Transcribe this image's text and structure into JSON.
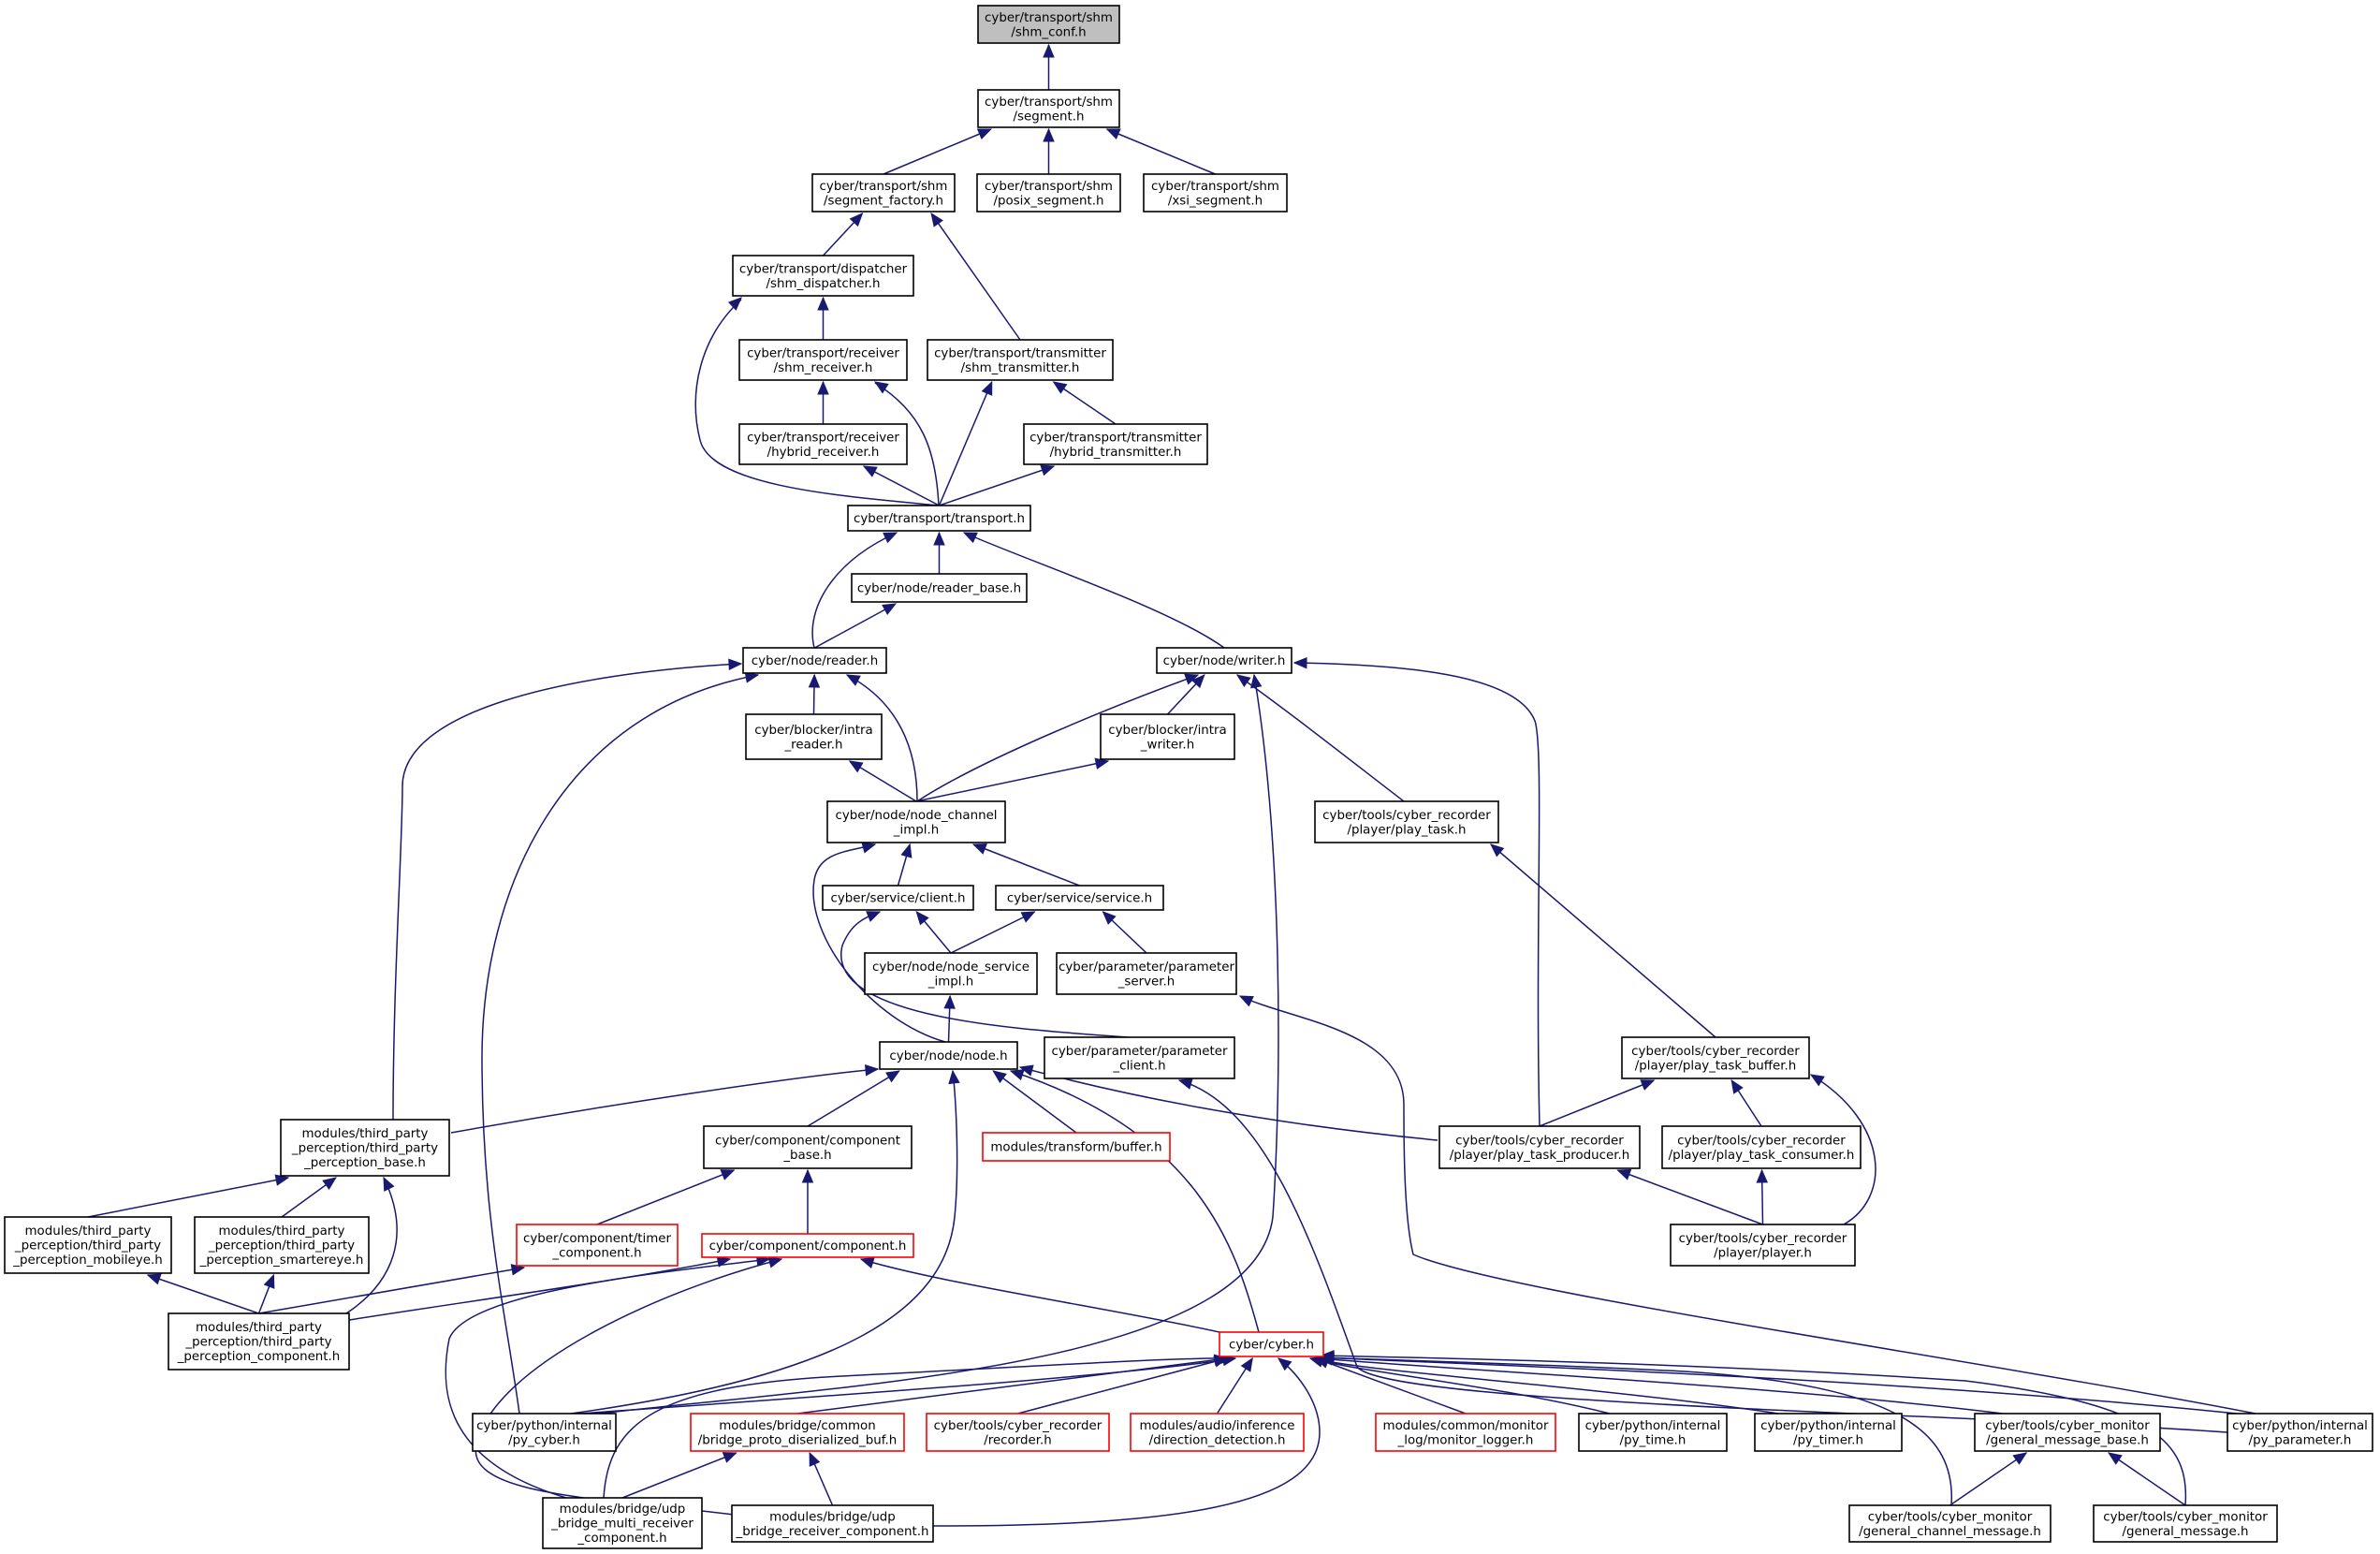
{
  "nodes": {
    "shm_conf": {
      "lines": [
        "cyber/transport/shm",
        "/shm_conf.h"
      ],
      "style": "root"
    },
    "segment": {
      "lines": [
        "cyber/transport/shm",
        "/segment.h"
      ],
      "style": "normal"
    },
    "segment_factory": {
      "lines": [
        "cyber/transport/shm",
        "/segment_factory.h"
      ],
      "style": "normal"
    },
    "posix_segment": {
      "lines": [
        "cyber/transport/shm",
        "/posix_segment.h"
      ],
      "style": "normal"
    },
    "xsi_segment": {
      "lines": [
        "cyber/transport/shm",
        "/xsi_segment.h"
      ],
      "style": "normal"
    },
    "shm_dispatcher": {
      "lines": [
        "cyber/transport/dispatcher",
        "/shm_dispatcher.h"
      ],
      "style": "normal"
    },
    "shm_receiver": {
      "lines": [
        "cyber/transport/receiver",
        "/shm_receiver.h"
      ],
      "style": "normal"
    },
    "shm_transmitter": {
      "lines": [
        "cyber/transport/transmitter",
        "/shm_transmitter.h"
      ],
      "style": "normal"
    },
    "hybrid_receiver": {
      "lines": [
        "cyber/transport/receiver",
        "/hybrid_receiver.h"
      ],
      "style": "normal"
    },
    "hybrid_transmitter": {
      "lines": [
        "cyber/transport/transmitter",
        "/hybrid_transmitter.h"
      ],
      "style": "normal"
    },
    "transport": {
      "lines": [
        "cyber/transport/transport.h"
      ],
      "style": "normal"
    },
    "reader_base": {
      "lines": [
        "cyber/node/reader_base.h"
      ],
      "style": "normal"
    },
    "reader": {
      "lines": [
        "cyber/node/reader.h"
      ],
      "style": "normal"
    },
    "writer": {
      "lines": [
        "cyber/node/writer.h"
      ],
      "style": "normal"
    },
    "intra_reader": {
      "lines": [
        "cyber/blocker/intra",
        "_reader.h"
      ],
      "style": "normal"
    },
    "intra_writer": {
      "lines": [
        "cyber/blocker/intra",
        "_writer.h"
      ],
      "style": "normal"
    },
    "node_channel_impl": {
      "lines": [
        "cyber/node/node_channel",
        "_impl.h"
      ],
      "style": "normal"
    },
    "play_task": {
      "lines": [
        "cyber/tools/cyber_recorder",
        "/player/play_task.h"
      ],
      "style": "normal"
    },
    "client": {
      "lines": [
        "cyber/service/client.h"
      ],
      "style": "normal"
    },
    "service": {
      "lines": [
        "cyber/service/service.h"
      ],
      "style": "normal"
    },
    "node_service_impl": {
      "lines": [
        "cyber/node/node_service",
        "_impl.h"
      ],
      "style": "normal"
    },
    "parameter_server": {
      "lines": [
        "cyber/parameter/parameter",
        "_server.h"
      ],
      "style": "normal"
    },
    "parameter_client": {
      "lines": [
        "cyber/parameter/parameter",
        "_client.h"
      ],
      "style": "normal"
    },
    "node": {
      "lines": [
        "cyber/node/node.h"
      ],
      "style": "normal"
    },
    "play_task_buffer": {
      "lines": [
        "cyber/tools/cyber_recorder",
        "/player/play_task_buffer.h"
      ],
      "style": "normal"
    },
    "third_party_perception_base": {
      "lines": [
        "modules/third_party",
        "_perception/third_party",
        "_perception_base.h"
      ],
      "style": "normal"
    },
    "component_base": {
      "lines": [
        "cyber/component/component",
        "_base.h"
      ],
      "style": "normal"
    },
    "transform_buffer": {
      "lines": [
        "modules/transform/buffer.h"
      ],
      "style": "red"
    },
    "play_task_producer": {
      "lines": [
        "cyber/tools/cyber_recorder",
        "/player/play_task_producer.h"
      ],
      "style": "normal"
    },
    "play_task_consumer": {
      "lines": [
        "cyber/tools/cyber_recorder",
        "/player/play_task_consumer.h"
      ],
      "style": "normal"
    },
    "perception_mobileye": {
      "lines": [
        "modules/third_party",
        "_perception/third_party",
        "_perception_mobileye.h"
      ],
      "style": "normal"
    },
    "perception_smartereye": {
      "lines": [
        "modules/third_party",
        "_perception/third_party",
        "_perception_smartereye.h"
      ],
      "style": "normal"
    },
    "timer_component": {
      "lines": [
        "cyber/component/timer",
        "_component.h"
      ],
      "style": "red"
    },
    "component": {
      "lines": [
        "cyber/component/component.h"
      ],
      "style": "red"
    },
    "player": {
      "lines": [
        "cyber/tools/cyber_recorder",
        "/player/player.h"
      ],
      "style": "normal"
    },
    "perception_component": {
      "lines": [
        "modules/third_party",
        "_perception/third_party",
        "_perception_component.h"
      ],
      "style": "normal"
    },
    "cyber": {
      "lines": [
        "cyber/cyber.h"
      ],
      "style": "red"
    },
    "py_cyber": {
      "lines": [
        "cyber/python/internal",
        "/py_cyber.h"
      ],
      "style": "normal"
    },
    "bridge_proto_buf": {
      "lines": [
        "modules/bridge/common",
        "/bridge_proto_diserialized_buf.h"
      ],
      "style": "red"
    },
    "recorder": {
      "lines": [
        "cyber/tools/cyber_recorder",
        "/recorder.h"
      ],
      "style": "red"
    },
    "direction_detection": {
      "lines": [
        "modules/audio/inference",
        "/direction_detection.h"
      ],
      "style": "red"
    },
    "monitor_logger": {
      "lines": [
        "modules/common/monitor",
        "_log/monitor_logger.h"
      ],
      "style": "red"
    },
    "py_time": {
      "lines": [
        "cyber/python/internal",
        "/py_time.h"
      ],
      "style": "normal"
    },
    "py_timer": {
      "lines": [
        "cyber/python/internal",
        "/py_timer.h"
      ],
      "style": "normal"
    },
    "general_message_base": {
      "lines": [
        "cyber/tools/cyber_monitor",
        "/general_message_base.h"
      ],
      "style": "normal"
    },
    "py_parameter": {
      "lines": [
        "cyber/python/internal",
        "/py_parameter.h"
      ],
      "style": "normal"
    },
    "udp_multi_receiver": {
      "lines": [
        "modules/bridge/udp",
        "_bridge_multi_receiver",
        "_component.h"
      ],
      "style": "normal"
    },
    "udp_receiver": {
      "lines": [
        "modules/bridge/udp",
        "_bridge_receiver_component.h"
      ],
      "style": "normal"
    },
    "general_channel_message": {
      "lines": [
        "cyber/tools/cyber_monitor",
        "/general_channel_message.h"
      ],
      "style": "normal"
    },
    "general_message": {
      "lines": [
        "cyber/tools/cyber_monitor",
        "/general_message.h"
      ],
      "style": "normal"
    }
  },
  "edges": [
    [
      "segment",
      "shm_conf"
    ],
    [
      "segment_factory",
      "segment"
    ],
    [
      "posix_segment",
      "segment"
    ],
    [
      "xsi_segment",
      "segment"
    ],
    [
      "shm_dispatcher",
      "segment_factory"
    ],
    [
      "shm_transmitter",
      "segment_factory"
    ],
    [
      "shm_receiver",
      "shm_dispatcher"
    ],
    [
      "transport",
      "shm_dispatcher"
    ],
    [
      "hybrid_receiver",
      "shm_receiver"
    ],
    [
      "transport",
      "shm_receiver"
    ],
    [
      "transport",
      "shm_transmitter"
    ],
    [
      "hybrid_transmitter",
      "shm_transmitter"
    ],
    [
      "transport",
      "hybrid_receiver"
    ],
    [
      "transport",
      "hybrid_transmitter"
    ],
    [
      "reader_base",
      "transport"
    ],
    [
      "reader",
      "transport"
    ],
    [
      "writer",
      "transport"
    ],
    [
      "reader",
      "reader_base"
    ],
    [
      "intra_reader",
      "reader"
    ],
    [
      "node_channel_impl",
      "reader"
    ],
    [
      "third_party_perception_base",
      "reader"
    ],
    [
      "py_cyber",
      "reader"
    ],
    [
      "intra_writer",
      "writer"
    ],
    [
      "node_channel_impl",
      "writer"
    ],
    [
      "play_task",
      "writer"
    ],
    [
      "play_task_producer",
      "writer"
    ],
    [
      "py_cyber",
      "writer"
    ],
    [
      "node_channel_impl",
      "intra_reader"
    ],
    [
      "node_channel_impl",
      "intra_writer"
    ],
    [
      "client",
      "node_channel_impl"
    ],
    [
      "service",
      "node_channel_impl"
    ],
    [
      "node",
      "node_channel_impl"
    ],
    [
      "play_task_buffer",
      "play_task"
    ],
    [
      "node_service_impl",
      "client"
    ],
    [
      "parameter_client",
      "client"
    ],
    [
      "node_service_impl",
      "service"
    ],
    [
      "parameter_server",
      "service"
    ],
    [
      "node",
      "node_service_impl"
    ],
    [
      "py_parameter",
      "parameter_server"
    ],
    [
      "py_parameter",
      "parameter_client"
    ],
    [
      "third_party_perception_base",
      "node"
    ],
    [
      "component_base",
      "node"
    ],
    [
      "transform_buffer",
      "node"
    ],
    [
      "play_task_producer",
      "node"
    ],
    [
      "cyber",
      "node"
    ],
    [
      "py_cyber",
      "node"
    ],
    [
      "play_task_producer",
      "play_task_buffer"
    ],
    [
      "play_task_consumer",
      "play_task_buffer"
    ],
    [
      "player",
      "play_task_buffer"
    ],
    [
      "perception_mobileye",
      "third_party_perception_base"
    ],
    [
      "perception_smartereye",
      "third_party_perception_base"
    ],
    [
      "perception_component",
      "third_party_perception_base"
    ],
    [
      "timer_component",
      "component_base"
    ],
    [
      "component",
      "component_base"
    ],
    [
      "player",
      "play_task_producer"
    ],
    [
      "player",
      "play_task_consumer"
    ],
    [
      "perception_component",
      "perception_mobileye"
    ],
    [
      "perception_component",
      "perception_smartereye"
    ],
    [
      "perception_component",
      "timer_component"
    ],
    [
      "perception_component",
      "component"
    ],
    [
      "cyber",
      "component"
    ],
    [
      "udp_multi_receiver",
      "component"
    ],
    [
      "udp_receiver",
      "component"
    ],
    [
      "py_cyber",
      "cyber"
    ],
    [
      "bridge_proto_buf",
      "cyber"
    ],
    [
      "recorder",
      "cyber"
    ],
    [
      "direction_detection",
      "cyber"
    ],
    [
      "monitor_logger",
      "cyber"
    ],
    [
      "py_time",
      "cyber"
    ],
    [
      "py_timer",
      "cyber"
    ],
    [
      "general_message_base",
      "cyber"
    ],
    [
      "py_parameter",
      "cyber"
    ],
    [
      "udp_multi_receiver",
      "cyber"
    ],
    [
      "udp_receiver",
      "cyber"
    ],
    [
      "general_channel_message",
      "cyber"
    ],
    [
      "general_message",
      "cyber"
    ],
    [
      "udp_multi_receiver",
      "bridge_proto_buf"
    ],
    [
      "udp_receiver",
      "bridge_proto_buf"
    ],
    [
      "general_channel_message",
      "general_message_base"
    ],
    [
      "general_message",
      "general_message_base"
    ]
  ]
}
